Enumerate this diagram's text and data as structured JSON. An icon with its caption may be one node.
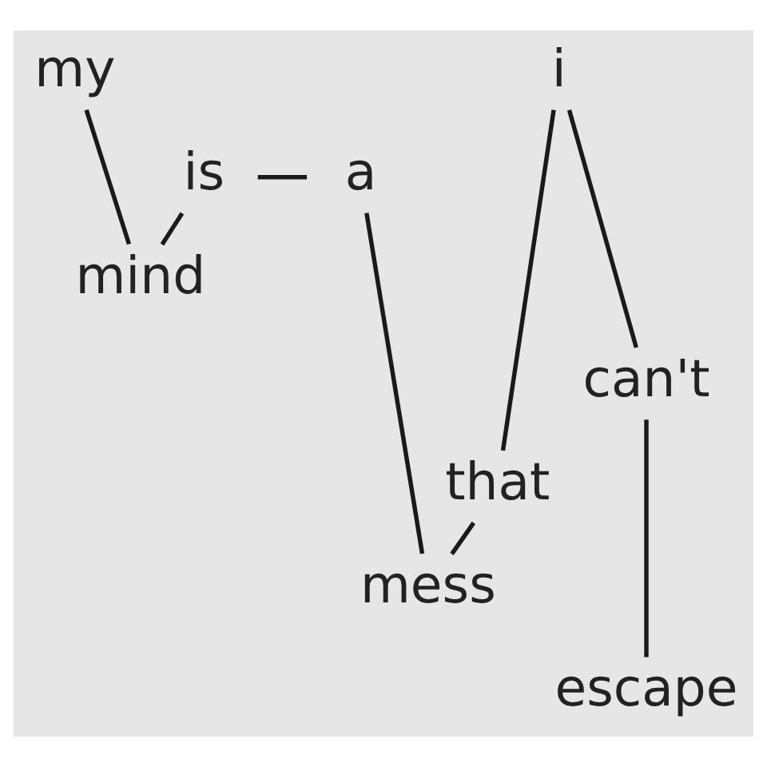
{
  "diagram": {
    "nodes": [
      {
        "text": [
          "my"
        ]
      },
      {
        "text": [
          "i"
        ]
      },
      {
        "text": [
          "a"
        ]
      },
      {
        "text": [
          "is"
        ]
      },
      {
        "text": [
          "mind"
        ]
      },
      {
        "text": [
          "can't"
        ]
      },
      {
        "text": [
          "that"
        ]
      },
      {
        "text": [
          "mess"
        ]
      },
      {
        "text": [
          "escape"
        ]
      }
    ],
    "edges": [
      {
        "from": 0,
        "to": 4,
        "arrow": "none"
      },
      {
        "from": 4,
        "to": 3,
        "arrow": "none"
      },
      {
        "from": 3,
        "to": 2,
        "arrow": "none"
      },
      {
        "from": 2,
        "to": 7,
        "arrow": "none"
      },
      {
        "from": 7,
        "to": 6,
        "arrow": "none"
      },
      {
        "from": 6,
        "to": 1,
        "arrow": "none"
      },
      {
        "from": 1,
        "to": 5,
        "arrow": "none"
      },
      {
        "from": 5,
        "to": 8,
        "arrow": "none"
      }
    ]
  }
}
